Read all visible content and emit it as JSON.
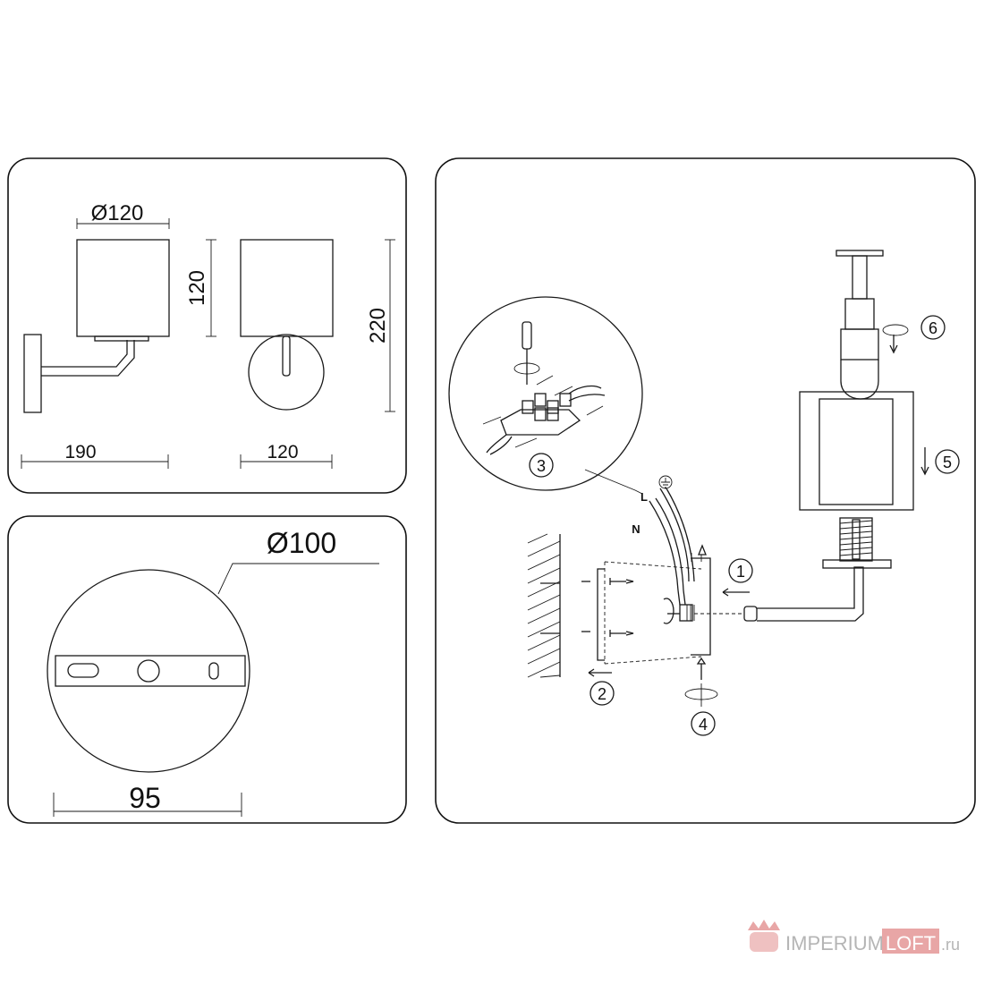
{
  "dimensions": {
    "shade_diameter": "Ø120",
    "shade_height": "120",
    "total_height": "220",
    "projection": "190",
    "front_width": "120",
    "base_diameter": "Ø100",
    "plate_width": "95"
  },
  "wiring_labels": {
    "live": "L",
    "neutral": "N"
  },
  "steps": [
    "1",
    "2",
    "3",
    "4",
    "5",
    "6"
  ],
  "watermark": {
    "brand_part1": "IMPERIUM",
    "brand_part2": "LOFT",
    "tld": ".ru"
  },
  "colors": {
    "line": "#1a1a1a",
    "watermark_grey": "#b5b5b5",
    "watermark_red": "#e8a6a6"
  }
}
